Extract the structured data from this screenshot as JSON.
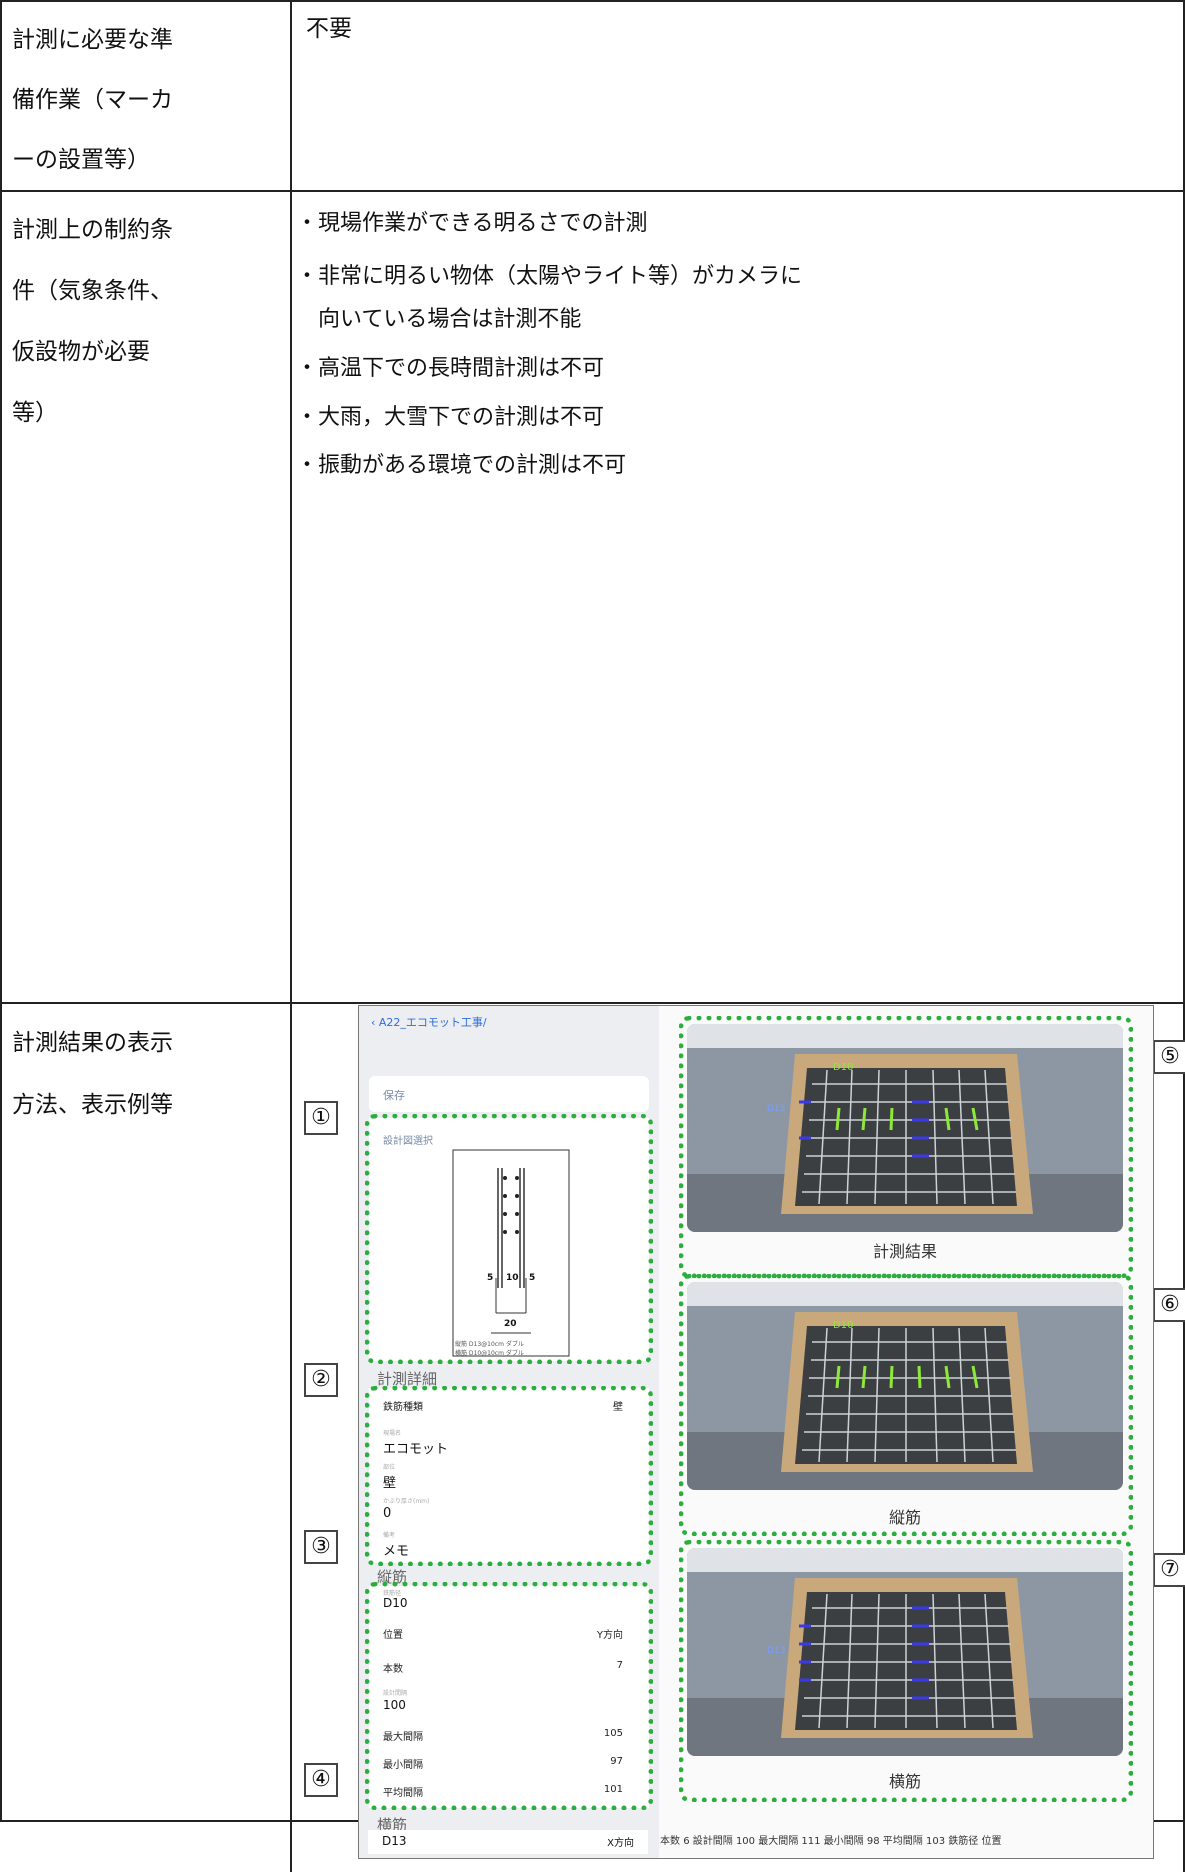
{
  "rows": [
    {
      "label_lines": [
        "計測に必要な準",
        "備作業（マーカ",
        "ーの設置等）"
      ],
      "content": "不要"
    },
    {
      "label_lines": [
        "計測上の制約条",
        "件（気象条件、",
        "仮設物が必要",
        "等）"
      ],
      "bullets": [
        "・現場作業ができる明るさでの計測",
        "・非常に明るい物体（太陽やライト等）がカメラに",
        "　向いている場合は計測不能",
        "・高温下での長時間計測は不可",
        "・大雨，大雪下での計測は不可",
        "・振動がある環境での計測は不可"
      ]
    },
    {
      "label_lines": [
        "計測結果の表示",
        "方法、表示例等"
      ]
    }
  ],
  "screenshot": {
    "back_link": "A22_エコモット工事/",
    "save_label": "保存",
    "design_select_label": "設計図選択",
    "drawing_dims": {
      "left": "5",
      "mid": "10",
      "right": "5",
      "bottom": "20"
    },
    "drawing_notes": [
      "縦筋 D13@10cm ダブル",
      "横筋 D10@10cm ダブル"
    ],
    "section_detail": "計測詳細",
    "detail_items": [
      {
        "label": "鉄筋種類",
        "value": "壁"
      },
      {
        "label": "現場名",
        "value": "エコモット"
      },
      {
        "label": "部位",
        "value": "壁"
      },
      {
        "label": "かぶり厚さ(mm)",
        "value": "0"
      },
      {
        "label": "備考",
        "value": "メモ"
      }
    ],
    "section_vertical": "縦筋",
    "vertical": {
      "diameter_label": "鉄筋径",
      "diameter": "D10",
      "position_label": "位置",
      "position": "Y方向",
      "count_label": "本数",
      "count": "7",
      "design_label": "設計間隔",
      "design": "100",
      "max_label": "最大間隔",
      "max": "105",
      "min_label": "最小間隔",
      "min": "97",
      "avg_label": "平均間隔",
      "avg": "101"
    },
    "section_horizontal": "横筋",
    "horizontal": {
      "diameter_label": "鉄筋径",
      "diameter": "D13",
      "position_label": "位置",
      "position": "X方向",
      "count_label": "本数",
      "count": "6",
      "design_label": "設計間隔",
      "design": "100",
      "max_label": "最大間隔",
      "max": "111",
      "min_label": "最小間隔",
      "min": "98",
      "avg_label": "平均間隔",
      "avg": "103"
    },
    "markers": [
      "①",
      "②",
      "③",
      "④",
      "⑤",
      "⑥",
      "⑦"
    ],
    "captions": [
      "計測結果",
      "縦筋",
      "横筋"
    ],
    "photo_labels": {
      "top": "D10",
      "side": "D13"
    }
  },
  "colors": {
    "dotted_green": "#2cae3e",
    "green_mark": "#8ee83a",
    "blue_mark": "#3a3ae8"
  }
}
